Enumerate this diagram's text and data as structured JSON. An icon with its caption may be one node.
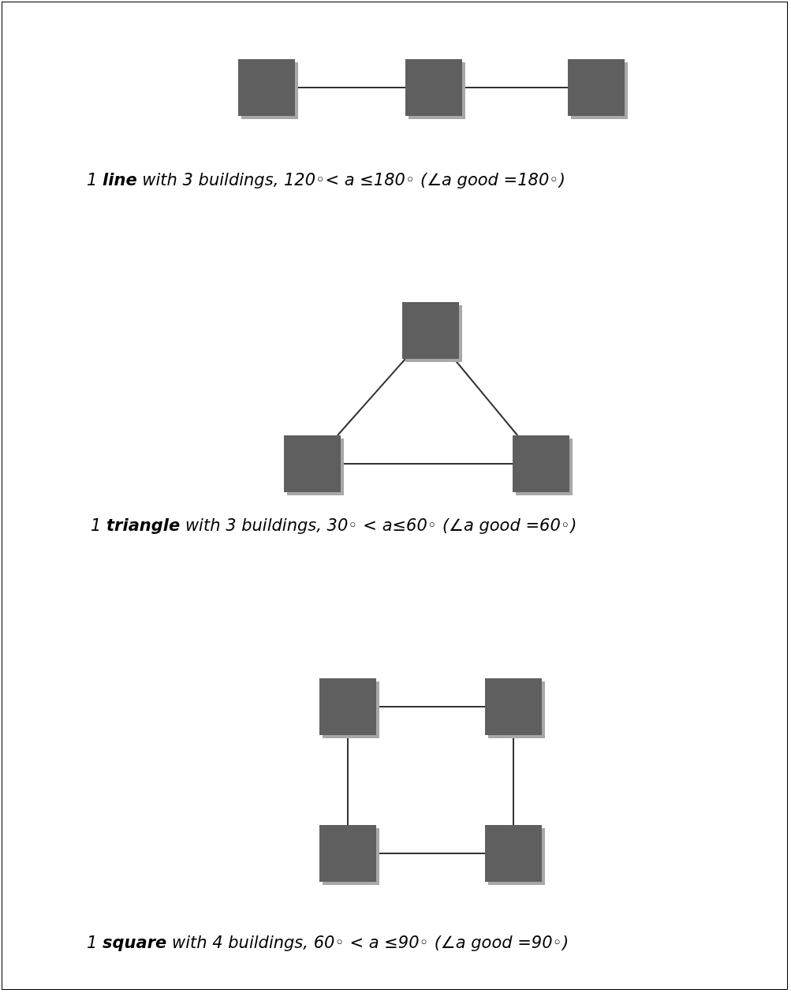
{
  "diagram": {
    "nodes": [
      {
        "text": [],
        "shape": "box"
      },
      {
        "text": [],
        "shape": "box"
      },
      {
        "text": [],
        "shape": "box"
      },
      {
        "text": [],
        "shape": "box"
      },
      {
        "text": [],
        "shape": "box"
      },
      {
        "text": [],
        "shape": "box"
      },
      {
        "text": [],
        "shape": "box"
      },
      {
        "text": [],
        "shape": "box"
      },
      {
        "text": [],
        "shape": "box"
      },
      {
        "text": [],
        "shape": "box"
      }
    ],
    "edges": [
      {
        "from": 0,
        "to": 1,
        "arrow": "none"
      },
      {
        "from": 1,
        "to": 2,
        "arrow": "none"
      },
      {
        "from": 3,
        "to": 4,
        "arrow": "none"
      },
      {
        "from": 3,
        "to": 5,
        "arrow": "none"
      },
      {
        "from": 4,
        "to": 5,
        "arrow": "none"
      },
      {
        "from": 6,
        "to": 7,
        "arrow": "none"
      },
      {
        "from": 6,
        "to": 8,
        "arrow": "none"
      },
      {
        "from": 7,
        "to": 9,
        "arrow": "none"
      },
      {
        "from": 8,
        "to": 9,
        "arrow": "none"
      }
    ],
    "labels": [
      "1 **line** with 3 buildings,  120◦< a ≤180◦ (∠a good =180◦)",
      "1 **triangle** with 3 buildings, 30◦ < a≤60◦ (∠a good =60◦)",
      "1 **square** with 4 buildings, 60◦ < a ≤90◦ (∠a good =90◦)"
    ]
  }
}
